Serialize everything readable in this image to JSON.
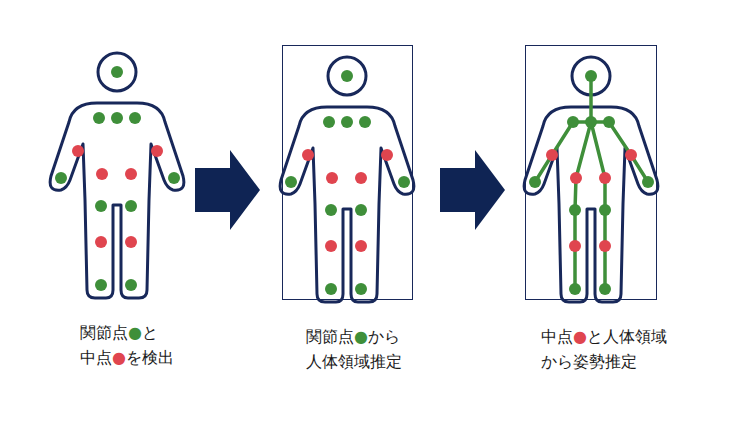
{
  "diagram": {
    "nodes": [
      {
        "text": [
          "関節点●と 中点●を検出"
        ]
      },
      {
        "text": [
          "関節点●から 人体領域推定"
        ]
      },
      {
        "text": [
          "中点●と人体領域 から姿勢推定"
        ]
      }
    ],
    "edges": [
      {
        "from": 0,
        "to": 1,
        "arrow": "to"
      },
      {
        "from": 1,
        "to": 2,
        "arrow": "to"
      }
    ]
  }
}
